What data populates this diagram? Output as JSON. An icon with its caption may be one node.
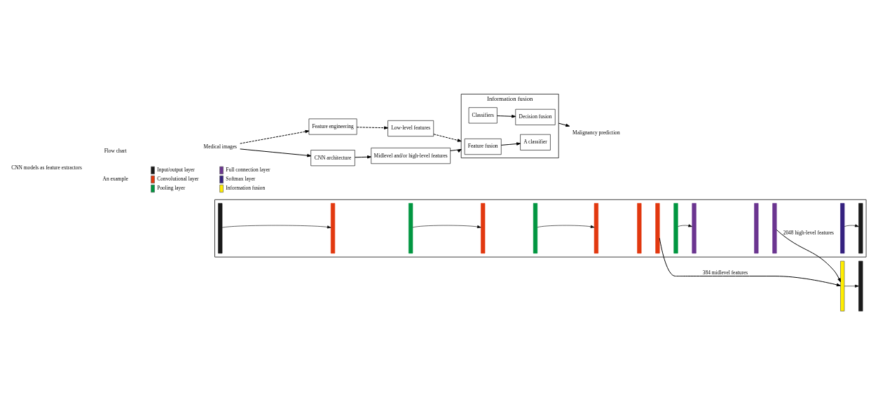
{
  "diagram": {
    "nodes": [
      {
        "text": [
          "Medical images"
        ]
      },
      {
        "text": [
          "Feature engineering"
        ]
      },
      {
        "text": [
          "Low-level features"
        ]
      },
      {
        "text": [
          "CNN architecture"
        ]
      },
      {
        "text": [
          "Midlevel and/or high-level features"
        ]
      },
      {
        "text": [
          "Information fusion"
        ]
      },
      {
        "text": [
          "Feature fusion"
        ],
        "in": 5
      },
      {
        "text": [
          "A classifier"
        ],
        "in": 5
      },
      {
        "text": [
          "Classifiers"
        ],
        "in": 5
      },
      {
        "text": [
          "Decision fusion"
        ],
        "in": 5
      },
      {
        "text": [
          "Malignancy prediction"
        ]
      },
      {
        "text": [],
        "shape": "box"
      },
      {
        "text": [],
        "shape": "bar",
        "in": 11
      },
      {
        "text": [],
        "shape": "bar",
        "in": 11
      },
      {
        "text": [],
        "shape": "bar",
        "in": 11
      },
      {
        "text": [],
        "shape": "bar",
        "in": 11
      },
      {
        "text": [],
        "shape": "bar",
        "in": 11
      },
      {
        "text": [],
        "shape": "bar",
        "in": 11
      },
      {
        "text": [],
        "shape": "bar",
        "in": 11
      },
      {
        "text": [],
        "shape": "bar",
        "in": 11
      },
      {
        "text": [],
        "shape": "bar",
        "in": 11
      },
      {
        "text": [],
        "shape": "bar",
        "in": 11
      },
      {
        "text": [],
        "shape": "bar",
        "in": 11
      },
      {
        "text": [],
        "shape": "bar",
        "in": 11
      },
      {
        "text": [],
        "shape": "bar",
        "in": 11
      },
      {
        "text": [],
        "shape": "bar",
        "in": 11
      },
      {
        "text": [],
        "shape": "bar"
      },
      {
        "text": [],
        "shape": "bar"
      }
    ],
    "edges": [
      {
        "from": 0,
        "to": 1,
        "arrow": "to",
        "style": "dashed"
      },
      {
        "from": 0,
        "to": 3,
        "arrow": "to"
      },
      {
        "from": 1,
        "to": 2,
        "arrow": "to",
        "style": "dashed"
      },
      {
        "from": 2,
        "to": 5,
        "arrow": "to",
        "style": "dashed"
      },
      {
        "from": 3,
        "to": 4,
        "arrow": "to"
      },
      {
        "from": 4,
        "to": 5,
        "arrow": "to"
      },
      {
        "from": 6,
        "to": 7,
        "arrow": "to"
      },
      {
        "from": 8,
        "to": 9,
        "arrow": "to"
      },
      {
        "from": 5,
        "to": 10,
        "arrow": "to"
      },
      {
        "from": 12,
        "to": 13,
        "arrow": "to"
      },
      {
        "from": 14,
        "to": 15,
        "arrow": "to"
      },
      {
        "from": 16,
        "to": 17,
        "arrow": "to"
      },
      {
        "from": 20,
        "to": 21,
        "arrow": "to"
      },
      {
        "from": 24,
        "to": 25,
        "arrow": "to"
      },
      {
        "from": 19,
        "to": 26,
        "arrow": "to",
        "label": "384 midlevel features"
      },
      {
        "from": 23,
        "to": 26,
        "arrow": "to",
        "label": "2048 high-level features"
      },
      {
        "from": 26,
        "to": 27,
        "arrow": "to"
      }
    ],
    "labels": [
      "Flow chart",
      "CNN models as feature extractors",
      "An example"
    ],
    "legend": [
      {
        "text": "Input/output layer",
        "color": "#1a1a1a"
      },
      {
        "text": "Convolutional layer",
        "color": "#e2380f"
      },
      {
        "text": "Pooling layer",
        "color": "#009640"
      },
      {
        "text": "Full connection layer",
        "color": "#6b3590"
      },
      {
        "text": "Softmax layer",
        "color": "#35217f"
      },
      {
        "text": "Information fusion",
        "color": "#ffed00"
      }
    ]
  }
}
